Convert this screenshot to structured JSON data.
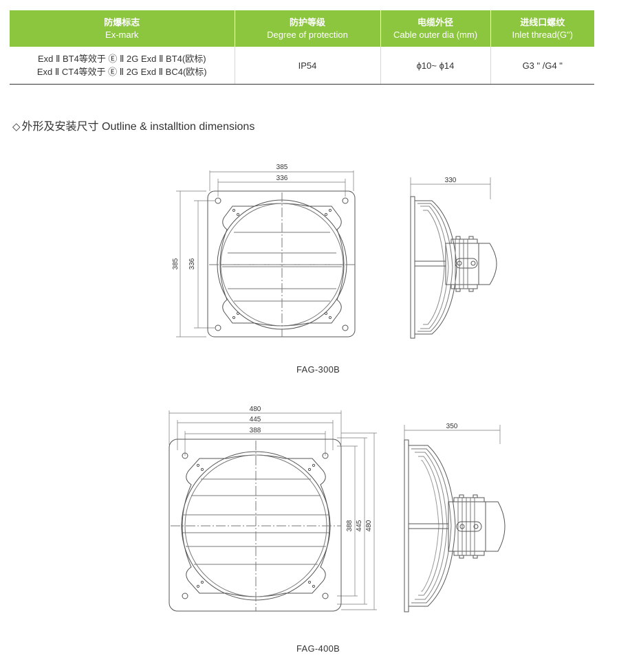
{
  "table": {
    "headers": [
      {
        "cn": "防爆标志",
        "en": "Ex-mark"
      },
      {
        "cn": "防护等级",
        "en": "Degree of protection"
      },
      {
        "cn": "电缆外径",
        "en": "Cable outer dia (mm)"
      },
      {
        "cn": "进线口螺纹",
        "en": "Inlet thread(G\")"
      }
    ],
    "row": {
      "exmark_line1": "Exd  Ⅱ BT4等效于 Ⓔ Ⅱ 2G Exd  Ⅱ BT4(欧标)",
      "exmark_line2": "Exd  Ⅱ CT4等效于 Ⓔ Ⅱ 2G Exd  Ⅱ BC4(欧标)",
      "protection": "IP54",
      "cable_dia": "ϕ10~ ϕ14",
      "thread": "G3 \" /G4 \""
    }
  },
  "section_heading": "外形及安装尺寸 Outline & installtion dimensions",
  "section_marker": "◇",
  "models": [
    {
      "name": "FAG-300B",
      "front": {
        "outer_w": "385",
        "hole_w": "336",
        "outer_h": "385",
        "hole_h": "336"
      },
      "side": {
        "depth": "330"
      }
    },
    {
      "name": "FAG-400B",
      "front": {
        "outer_w": "480",
        "hole_w": "445",
        "inner_w": "388",
        "inner_h": "388",
        "hole_h": "445",
        "outer_h": "480"
      },
      "side": {
        "depth": "350"
      }
    }
  ]
}
